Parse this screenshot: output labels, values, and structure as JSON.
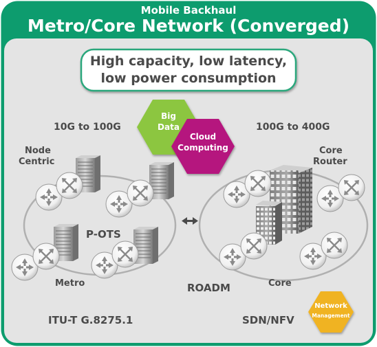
{
  "header": {
    "subtitle": "Mobile Backhaul",
    "title": "Metro/Core Network (Converged)"
  },
  "banner": {
    "line1": "High capacity, low latency,",
    "line2": "low power consumption"
  },
  "badges": {
    "big_data_line1": "Big",
    "big_data_line2": "Data",
    "cloud_line1": "Cloud",
    "cloud_line2": "Computing",
    "network_mgmt_line1": "Network",
    "network_mgmt_line2": "Management"
  },
  "left_ring": {
    "speed": "10G to 100G",
    "node_centric_line1": "Node",
    "node_centric_line2": "Centric",
    "center_label": "P-OTS",
    "bottom_label": "Metro",
    "standard": "ITU-T G.8275.1"
  },
  "right_ring": {
    "speed": "100G to 400G",
    "core_router_line1": "Core",
    "core_router_line2": "Router",
    "bottom_label": "Core",
    "technology": "SDN/NFV"
  },
  "roadm_label": "ROADM",
  "colors": {
    "brand_green": "#0d9c6e",
    "panel_gray": "#e4e4e4",
    "banner_border": "#2aa77b",
    "big_data_green": "#8cc63f",
    "cloud_magenta": "#b5167e",
    "network_gold": "#f0b323",
    "text_gray": "#4a4a4a"
  }
}
